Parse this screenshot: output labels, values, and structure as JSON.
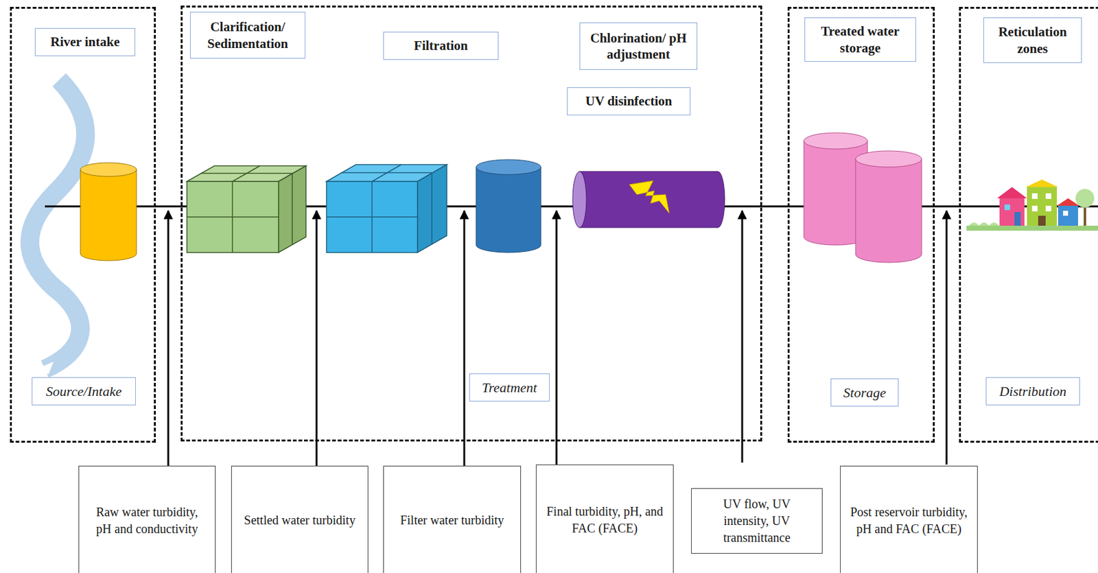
{
  "diagram": {
    "nodes": [
      {
        "text": [
          "Source/Intake"
        ]
      },
      {
        "text": [
          "River intake"
        ],
        "in": 0
      },
      {
        "text": [
          "Treatment"
        ]
      },
      {
        "text": [
          "Clarification/ Sedimentation"
        ],
        "in": 2
      },
      {
        "text": [
          "Filtration"
        ],
        "in": 2
      },
      {
        "text": [
          "Chlorination/ pH adjustment"
        ],
        "in": 2
      },
      {
        "text": [
          "UV disinfection"
        ],
        "in": 2
      },
      {
        "text": [
          "Storage"
        ]
      },
      {
        "text": [
          "Treated water storage"
        ],
        "in": 7
      },
      {
        "text": [
          "Distribution"
        ]
      },
      {
        "text": [
          "Reticulation zones"
        ],
        "in": 9
      },
      {
        "text": [
          "Raw water turbidity, pH and conductivity"
        ]
      },
      {
        "text": [
          "Settled water turbidity"
        ]
      },
      {
        "text": [
          "Filter water turbidity"
        ]
      },
      {
        "text": [
          "Final turbidity, pH, and FAC (FACE)"
        ]
      },
      {
        "text": [
          "UV flow, UV intensity, UV transmittance"
        ]
      },
      {
        "text": [
          "Post reservoir turbidity, pH and FAC (FACE)"
        ]
      }
    ]
  }
}
